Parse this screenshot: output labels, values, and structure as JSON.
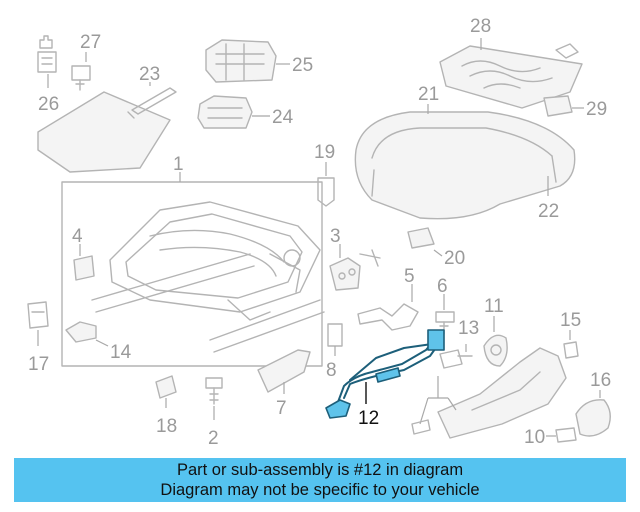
{
  "callouts": {
    "c1": "1",
    "c2": "2",
    "c3": "3",
    "c4": "4",
    "c5": "5",
    "c6": "6",
    "c7": "7",
    "c8": "8",
    "c10": "10",
    "c11": "11",
    "c12": "12",
    "c13": "13",
    "c14": "14",
    "c15": "15",
    "c16": "16",
    "c17": "17",
    "c18": "18",
    "c19": "19",
    "c20": "20",
    "c21": "21",
    "c22": "22",
    "c23": "23",
    "c24": "24",
    "c25": "25",
    "c26": "26",
    "c27": "27",
    "c28": "28",
    "c29": "29"
  },
  "highlight": {
    "part_number": "12",
    "color": "#5fc3ea"
  },
  "banner": {
    "line1": "Part or sub-assembly is #12 in diagram",
    "line2": "Diagram may not be specific to your vehicle",
    "background": "#55c3f0"
  }
}
